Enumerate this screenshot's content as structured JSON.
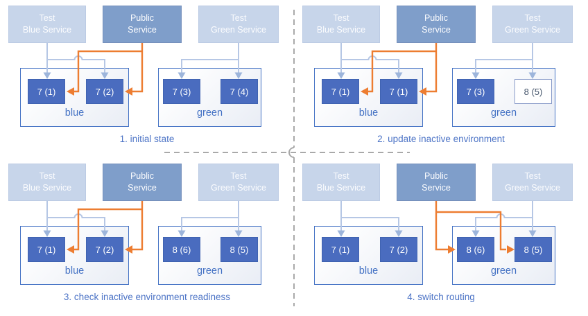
{
  "colors": {
    "accent_blue": "#4472c4",
    "pod_blue": "#4a6cbf",
    "public_service_fill": "#7f9eca",
    "test_service_fill": "#c7d5ea",
    "public_route_orange": "#ed7d31",
    "test_route_blue": "#b6c7e5",
    "divider_gray": "#a9a9a9",
    "new_pod_fill": "#ffffff"
  },
  "panels": [
    {
      "caption": "1. initial state",
      "public_route": "blue",
      "services": [
        {
          "id": "test-blue",
          "label": "Test\nBlue Service"
        },
        {
          "id": "public",
          "label": "Public\nService"
        },
        {
          "id": "test-green",
          "label": "Test\nGreen Service"
        }
      ],
      "environments": [
        {
          "name": "blue",
          "pods": [
            {
              "label": "7 (1)",
              "state": "active"
            },
            {
              "label": "7 (2)",
              "state": "active"
            }
          ]
        },
        {
          "name": "green",
          "pods": [
            {
              "label": "7 (3)",
              "state": "active"
            },
            {
              "label": "7 (4)",
              "state": "active"
            }
          ]
        }
      ]
    },
    {
      "caption": "2. update inactive environment",
      "public_route": "blue",
      "services": [
        {
          "id": "test-blue",
          "label": "Test\nBlue Service"
        },
        {
          "id": "public",
          "label": "Public\nService"
        },
        {
          "id": "test-green",
          "label": "Test\nGreen Service"
        }
      ],
      "environments": [
        {
          "name": "blue",
          "pods": [
            {
              "label": "7 (1)",
              "state": "active"
            },
            {
              "label": "7 (1)",
              "state": "active"
            }
          ]
        },
        {
          "name": "green",
          "pods": [
            {
              "label": "7 (3)",
              "state": "active"
            },
            {
              "label": "8 (5)",
              "state": "new"
            }
          ]
        }
      ]
    },
    {
      "caption": "3. check inactive environment readiness",
      "public_route": "blue",
      "services": [
        {
          "id": "test-blue",
          "label": "Test\nBlue Service"
        },
        {
          "id": "public",
          "label": "Public\nService"
        },
        {
          "id": "test-green",
          "label": "Test\nGreen Service"
        }
      ],
      "environments": [
        {
          "name": "blue",
          "pods": [
            {
              "label": "7 (1)",
              "state": "active"
            },
            {
              "label": "7 (2)",
              "state": "active"
            }
          ]
        },
        {
          "name": "green",
          "pods": [
            {
              "label": "8 (6)",
              "state": "active"
            },
            {
              "label": "8 (5)",
              "state": "active"
            }
          ]
        }
      ]
    },
    {
      "caption": "4. switch routing",
      "public_route": "green",
      "services": [
        {
          "id": "test-blue",
          "label": "Test\nBlue Service"
        },
        {
          "id": "public",
          "label": "Public\nService"
        },
        {
          "id": "test-green",
          "label": "Test\nGreen Service"
        }
      ],
      "environments": [
        {
          "name": "blue",
          "pods": [
            {
              "label": "7 (1)",
              "state": "active"
            },
            {
              "label": "7 (2)",
              "state": "active"
            }
          ]
        },
        {
          "name": "green",
          "pods": [
            {
              "label": "8 (6)",
              "state": "active"
            },
            {
              "label": "8 (5)",
              "state": "active"
            }
          ]
        }
      ]
    }
  ]
}
